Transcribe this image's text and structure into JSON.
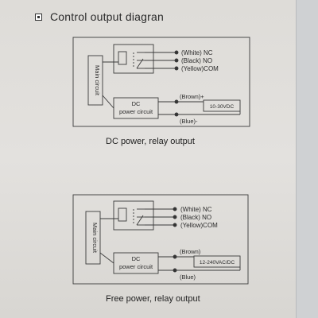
{
  "title": "Control output diagran",
  "diagram1": {
    "main_circuit": "Main circuit",
    "power_circuit_line1": "DC",
    "power_circuit_line2": "power circuit",
    "nc": "(White) NC",
    "no": "(Black) NO",
    "com": "(Yellow)COM",
    "brown": "(Brown)+",
    "blue": "(Blue)-",
    "supply": "10-30VDC",
    "caption": "DC power, relay output"
  },
  "diagram2": {
    "main_circuit": "Main circuit",
    "power_circuit_line1": "DC",
    "power_circuit_line2": "power circuit",
    "nc": "(White) NC",
    "no": "(Black) NO",
    "com": "(Yellow)COM",
    "brown": "(Brown)",
    "blue": "(Blue)",
    "supply": "12-240VAC/DC",
    "caption": "Free power, relay output"
  }
}
